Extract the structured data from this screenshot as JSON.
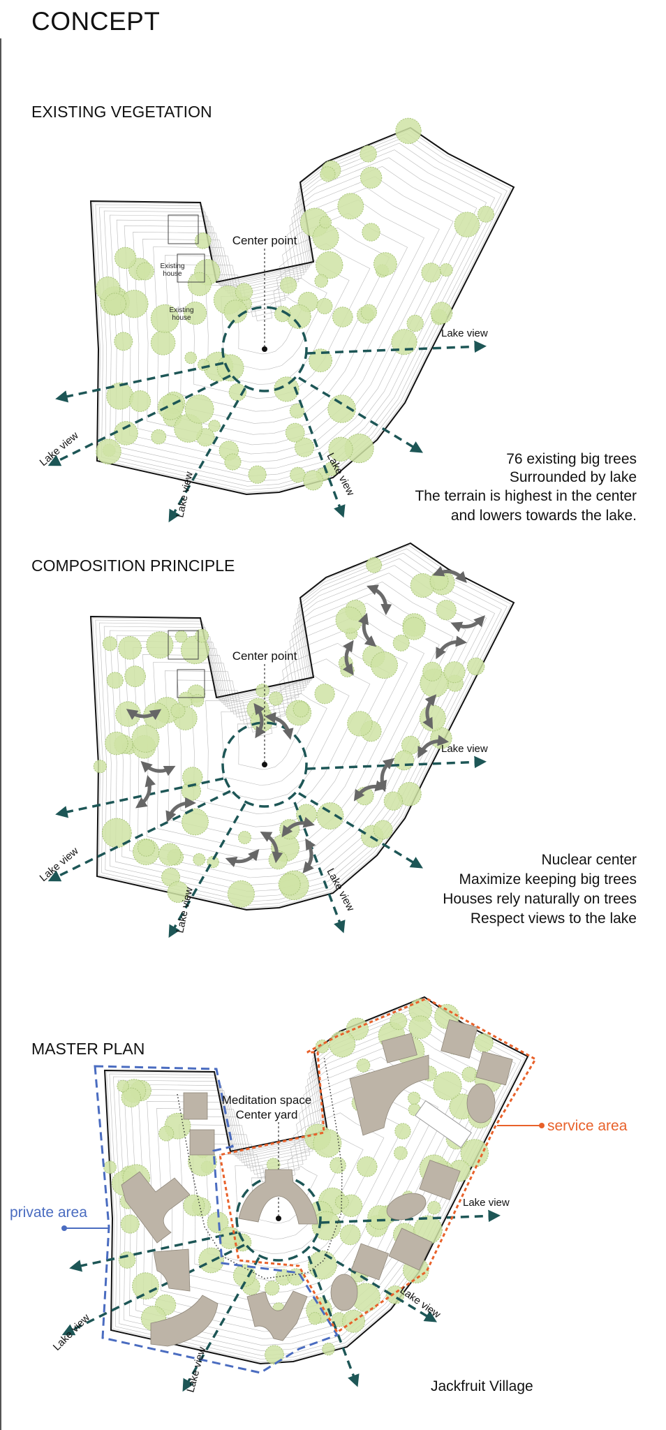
{
  "title": "CONCEPT",
  "sections": [
    {
      "heading": "EXISTING VEGETATION",
      "center_label": "Center point",
      "house_label_line1": "Existing",
      "house_label_line2": "house",
      "view_label": "Lake view",
      "notes": [
        "76 existing big trees",
        "Surrounded by lake",
        "The terrain is highest in the center",
        "and lowers towards the lake."
      ]
    },
    {
      "heading": "COMPOSITION PRINCIPLE",
      "center_label": "Center point",
      "view_label": "Lake view",
      "notes": [
        "Nuclear center",
        "Maximize keeping big trees",
        "Houses rely naturally on trees",
        "Respect views to the lake"
      ]
    },
    {
      "heading": "MASTER PLAN",
      "center_label_line1": "Meditation space",
      "center_label_line2": "Center yard",
      "view_label": "Lake view",
      "private_area_label": "private area",
      "service_area_label": "service area",
      "caption": "Jackfruit Village"
    }
  ],
  "colors": {
    "view_axis": "#1d5656",
    "tree_fill": "#cfe3a4",
    "tree_stroke": "#a9c57a",
    "building": "#bdb4a7",
    "private_area": "#4a6cc0",
    "service_area": "#e8612a",
    "arrow": "#6b6b6b"
  }
}
